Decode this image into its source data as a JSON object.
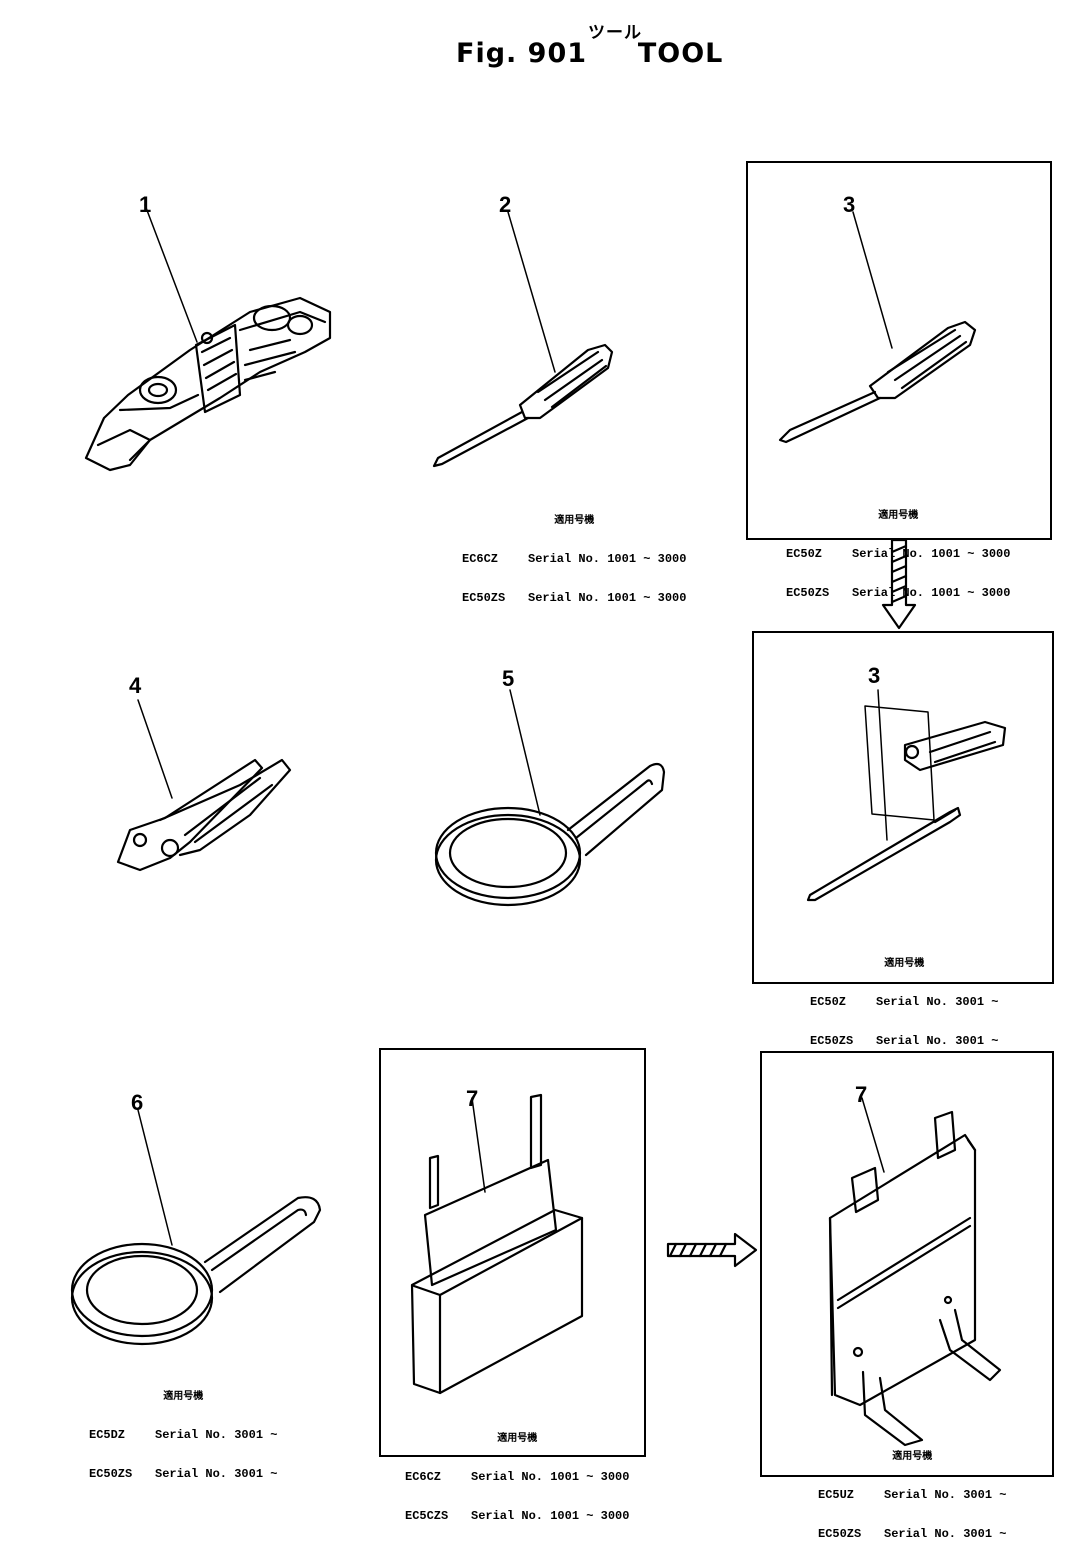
{
  "figure": {
    "title_jp": "ツール",
    "fig_label": "Fig. 901",
    "title": "TOOL"
  },
  "items": [
    {
      "number": "1",
      "icon": "wrench-set-icon"
    },
    {
      "number": "2",
      "icon": "screwdriver-icon",
      "note": {
        "header": "適用号機",
        "rows": [
          {
            "model": "EC6CZ",
            "serial": "Serial No. 1001 ~ 3000"
          },
          {
            "model": "EC50ZS",
            "serial": "Serial No. 1001 ~ 3000"
          }
        ]
      }
    },
    {
      "number": "3",
      "icon": "screwdriver-icon",
      "note": {
        "header": "適用号機",
        "rows": [
          {
            "model": "EC50Z",
            "serial": "Serial No. 1001 ~ 3000"
          },
          {
            "model": "EC50ZS",
            "serial": "Serial No. 1001 ~ 3000"
          }
        ]
      }
    },
    {
      "number": "3",
      "icon": "reversible-screwdriver-icon",
      "note": {
        "header": "適用号機",
        "rows": [
          {
            "model": "EC50Z",
            "serial": "Serial No. 3001 ~"
          },
          {
            "model": "EC50ZS",
            "serial": "Serial No. 3001 ~"
          }
        ]
      }
    },
    {
      "number": "4",
      "icon": "pliers-icon"
    },
    {
      "number": "5",
      "icon": "filter-wrench-icon"
    },
    {
      "number": "6",
      "icon": "filter-wrench-icon",
      "note": {
        "header": "適用号機",
        "rows": [
          {
            "model": "EC5DZ",
            "serial": "Serial No. 3001 ~"
          },
          {
            "model": "EC50ZS",
            "serial": "Serial No. 3001 ~"
          }
        ]
      }
    },
    {
      "number": "7",
      "icon": "tool-bag-icon",
      "note": {
        "header": "適用号機",
        "rows": [
          {
            "model": "EC6CZ",
            "serial": "Serial No. 1001 ~ 3000"
          },
          {
            "model": "EC5CZS",
            "serial": "Serial No. 1001 ~ 3000"
          }
        ]
      }
    },
    {
      "number": "7",
      "icon": "tool-bag-icon",
      "note": {
        "header": "適用号機",
        "rows": [
          {
            "model": "EC5UZ",
            "serial": "Serial No. 3001 ~"
          },
          {
            "model": "EC50ZS",
            "serial": "Serial No. 3001 ~"
          }
        ]
      }
    }
  ],
  "arrows": [
    {
      "icon": "down-arrow-icon"
    },
    {
      "icon": "right-arrow-icon"
    }
  ]
}
